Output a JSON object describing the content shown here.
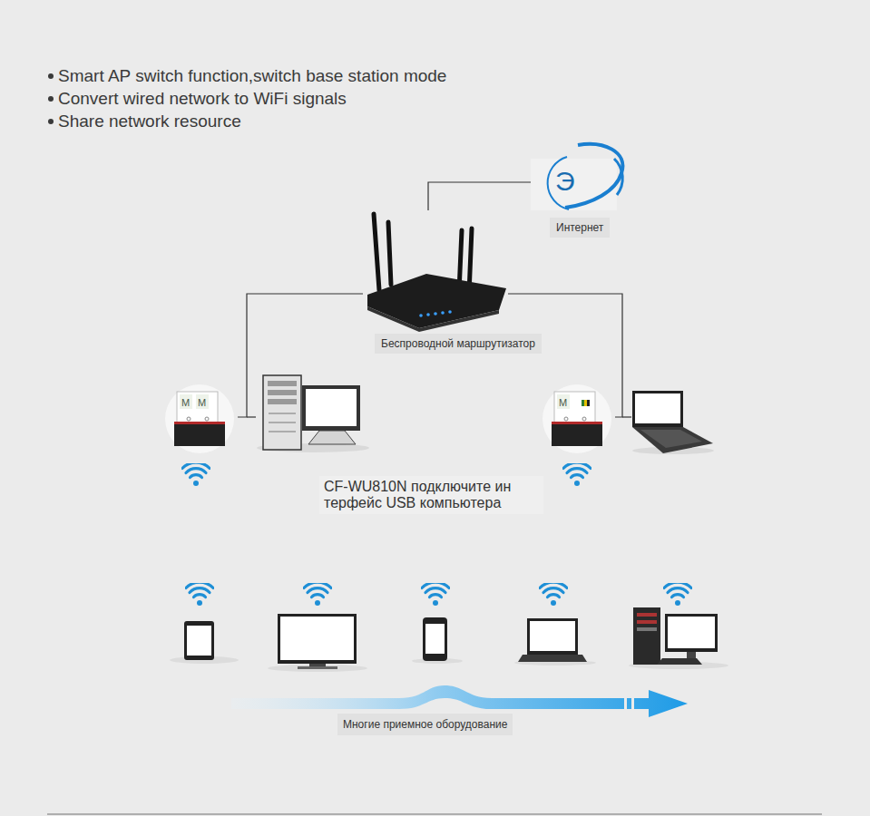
{
  "diagram": {
    "nodes": [
      {
        "text": [
          "Э",
          "Интернет"
        ]
      },
      {
        "text": [
          "Беспроводной маршрутизатор"
        ]
      },
      {
        "text": [
          "M",
          "M"
        ]
      },
      {
        "text": [
          "M"
        ]
      }
    ],
    "edges": [
      {
        "from": 1,
        "to": 0,
        "arrow": "none"
      },
      {
        "from": 1,
        "to": 2,
        "arrow": "none"
      },
      {
        "from": 1,
        "to": 3,
        "arrow": "none"
      }
    ],
    "labels": [
      "Smart AP switch function,switch base station mode",
      "Convert wired network to WiFi signals",
      "Share network resource",
      "CF-WU810N подключите ин терфейс USB компьютера",
      "Многие приемное оборудование"
    ]
  }
}
